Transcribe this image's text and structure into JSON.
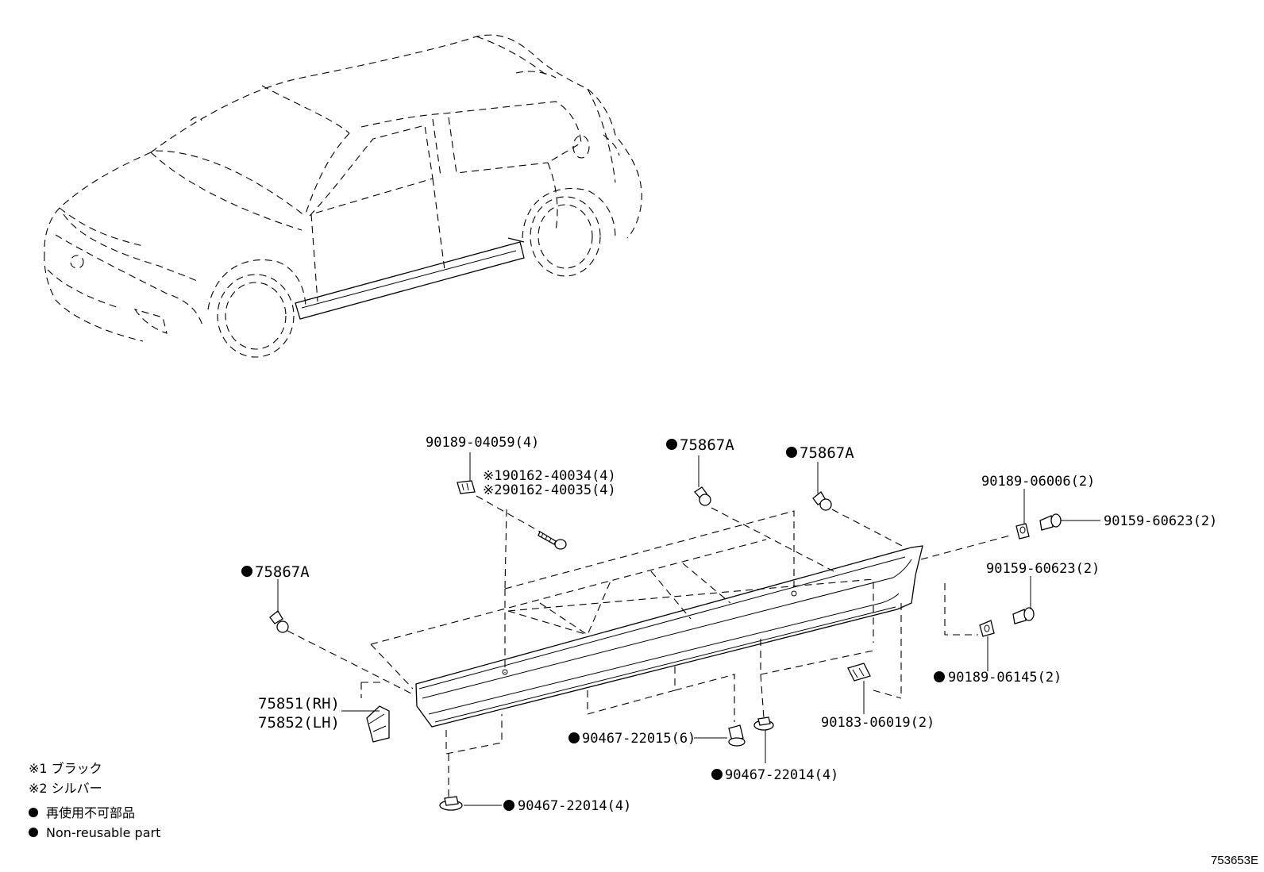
{
  "diagram": {
    "reference_number": "753653E",
    "callouts": {
      "clip_top_left_bracket": "90189-04059(4)",
      "screw_black": "※190162-40034(4)",
      "screw_silver": "※290162-40035(4)",
      "clip_center_1": "75867A",
      "clip_center_2": "75867A",
      "clip_left": "75867A",
      "rocker_rh": "75851(RH)",
      "rocker_lh": "75852(LH)",
      "nut_right_top": "90189-06006(2)",
      "screw_right_top": "90159-60623(2)",
      "screw_right_mid": "90159-60623(2)",
      "nut_right_mid": "90189-06145(2)",
      "clip_right_lower": "90183-06019(2)",
      "clip_bottom_center": "90467-22015(6)",
      "clip_bottom_right": "90467-22014(4)",
      "clip_bottom_left": "90467-22014(4)"
    },
    "legend": {
      "note1": "※1 ブラック",
      "note2": "※2 シルバー",
      "bullet_jp": "再使用不可部品",
      "bullet_en": "Non-reusable part"
    }
  }
}
